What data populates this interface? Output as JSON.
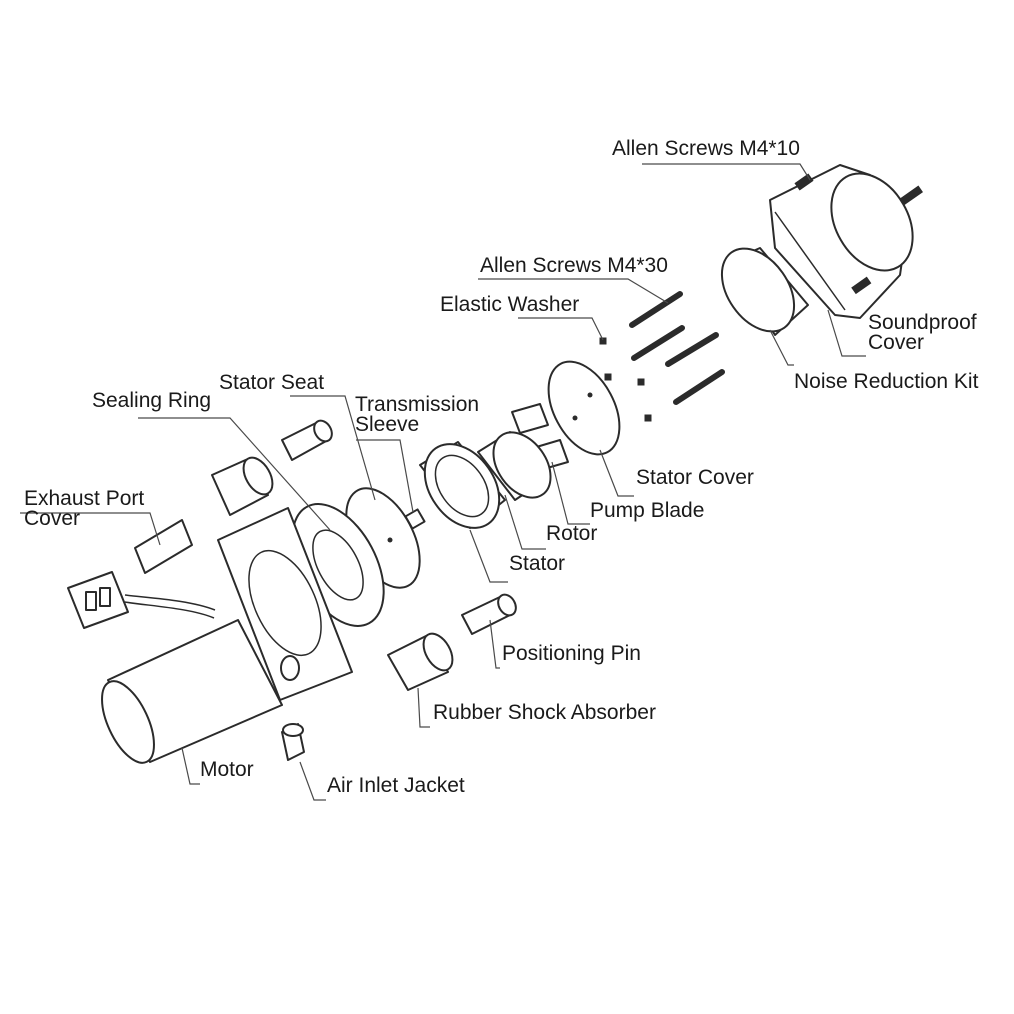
{
  "labels": {
    "allen_m4_10": "Allen Screws M4*10",
    "allen_m4_30": "Allen Screws M4*30",
    "elastic_washer": "Elastic Washer",
    "soundproof_1": "Soundproof",
    "soundproof_2": "Cover",
    "noise_kit": "Noise Reduction Kit",
    "stator_seat": "Stator Seat",
    "sealing_ring": "Sealing Ring",
    "transmission_1": "Transmission",
    "transmission_2": "Sleeve",
    "stator_cover": "Stator Cover",
    "exhaust_1": "Exhaust Port",
    "exhaust_2": "Cover",
    "pump_blade": "Pump Blade",
    "rotor": "Rotor",
    "stator": "Stator",
    "positioning_pin": "Positioning Pin",
    "rubber_shock": "Rubber Shock Absorber",
    "motor": "Motor",
    "air_inlet": "Air Inlet Jacket"
  }
}
